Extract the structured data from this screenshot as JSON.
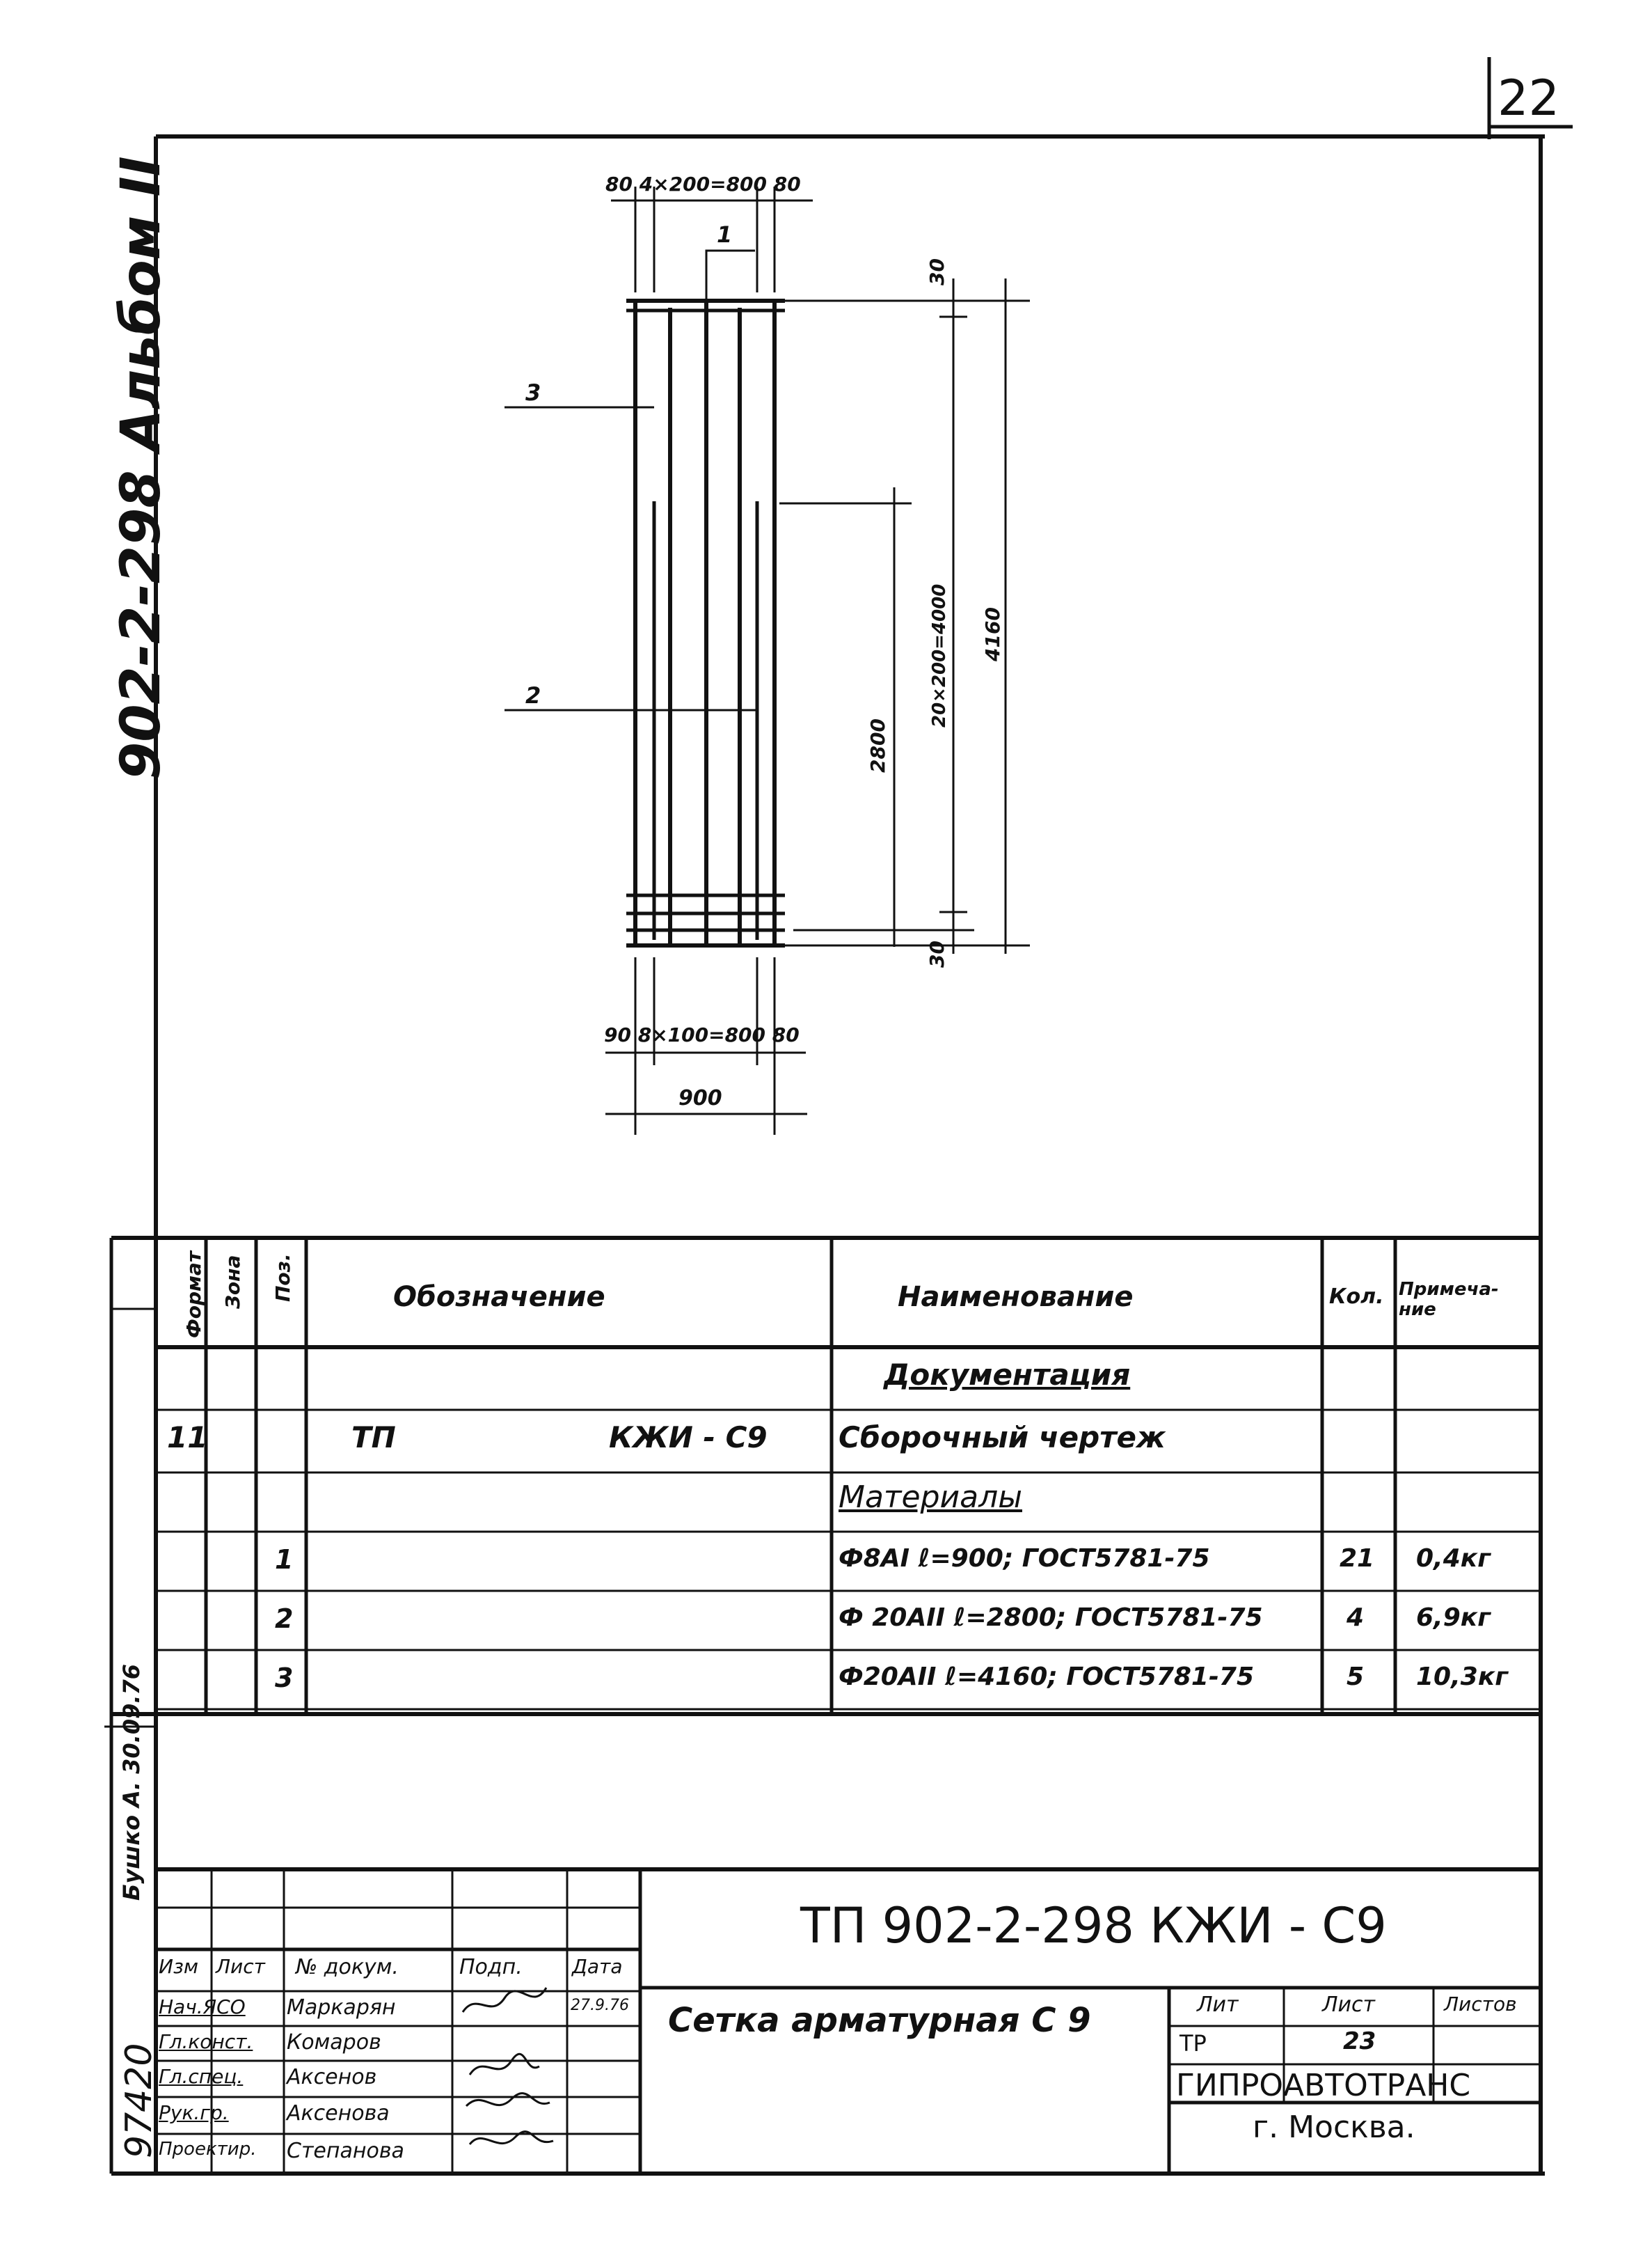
{
  "page_number": "22",
  "side_stamp": {
    "album": "902-2-298  Альбом II"
  },
  "drawing": {
    "top_dim_chain": "80  4×200=800  80",
    "bottom_dim_chain": "90  8×100=800  80",
    "overall_width": "900",
    "dim_top": "30",
    "dim_bottom": "30",
    "dim_2800": "2800",
    "dim_spacing": "20×200=4000",
    "dim_total": "4160",
    "pos_callouts": [
      "1",
      "3",
      "2"
    ]
  },
  "spec": {
    "headers": {
      "format": "Формат",
      "zone": "Зона",
      "pos": "Поз.",
      "designation": "Обозначение",
      "name": "Наименование",
      "qty": "Кол.",
      "note": "Примеча-ние"
    },
    "rows": [
      {
        "format": "",
        "pos": "",
        "designation": "",
        "name": "Документация",
        "qty": "",
        "note": "",
        "underline": true
      },
      {
        "format": "11",
        "pos": "",
        "designation": "ТП",
        "designation2": "КЖИ - С9",
        "name": "Сборочный чертеж",
        "qty": "",
        "note": ""
      },
      {
        "format": "",
        "pos": "",
        "designation": "",
        "name": "Материалы",
        "qty": "",
        "note": "",
        "underline": true
      },
      {
        "format": "",
        "pos": "1",
        "designation": "",
        "name": "Ф8АI  ℓ=900; ГОСТ5781-75",
        "qty": "21",
        "note": "0,4кг"
      },
      {
        "format": "",
        "pos": "2",
        "designation": "",
        "name": "Ф 20АII  ℓ=2800; ГОСТ5781-75",
        "qty": "4",
        "note": "6,9кг"
      },
      {
        "format": "",
        "pos": "3",
        "designation": "",
        "name": "Ф20АII  ℓ=4160; ГОСТ5781-75",
        "qty": "5",
        "note": "10,3кг"
      }
    ]
  },
  "side_strip": {
    "inv_number": "97420",
    "signature_date": "Бушко А. 30.09.76"
  },
  "title_block": {
    "doc_code": "ТП  902-2-298   КЖИ - С9",
    "doc_title": "Сетка арматурная С 9",
    "org": "ГИПРОАВТОТРАНС",
    "city": "г. Москва.",
    "col_headers": {
      "izm": "Изм",
      "list": "Лист",
      "doc": "№ докум.",
      "sign": "Подп.",
      "date": "Дата"
    },
    "lit_header": "Лит",
    "list_header": "Лист",
    "lists_header": "Листов",
    "lit_value": "ТР",
    "list_value": "23",
    "signature_date": "27.9.76",
    "staff": [
      {
        "role": "Нач.ЯСО",
        "name": "Маркарян"
      },
      {
        "role": "Гл.конст.",
        "name": "Комаров"
      },
      {
        "role": "Гл.спец.",
        "name": "Аксенов"
      },
      {
        "role": "Рук.гр.",
        "name": "Аксенова"
      },
      {
        "role": "Проектир.",
        "name": "Степанова"
      }
    ]
  }
}
